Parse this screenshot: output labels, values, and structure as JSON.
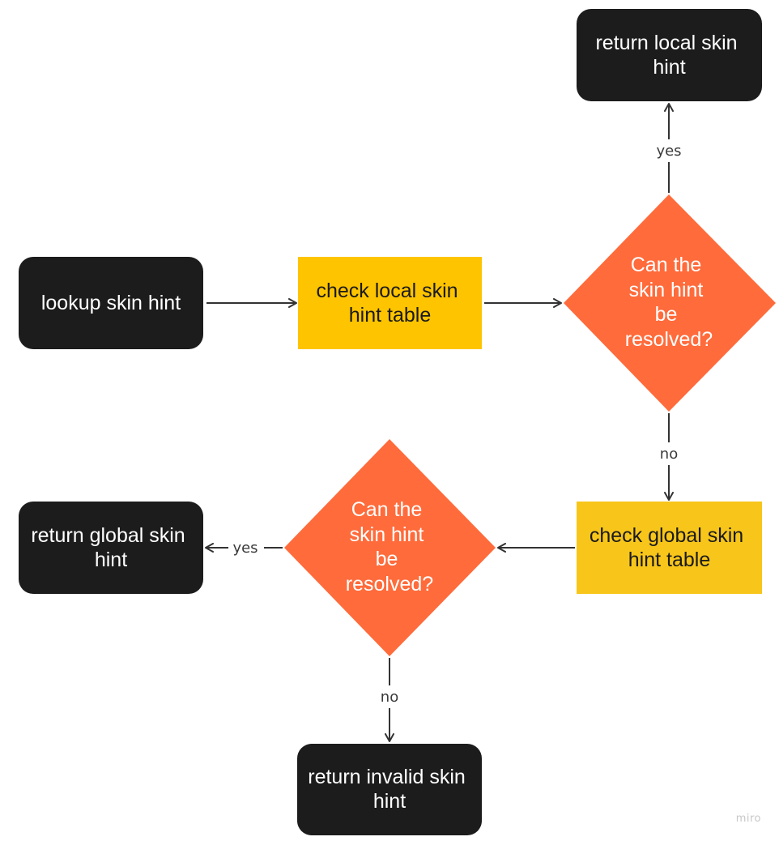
{
  "colors": {
    "terminal": "#1c1c1c",
    "process": "#ffc400",
    "process_alt": "#f8c61a",
    "decision": "#ff6b3b",
    "edge": "#333333",
    "text_dark": "#1a1a1a",
    "text_light": "#ffffff"
  },
  "nodes": {
    "return_local": {
      "lines": [
        "return local skin",
        "hint"
      ]
    },
    "lookup": {
      "lines": [
        "lookup skin hint"
      ]
    },
    "check_local": {
      "lines": [
        "check local skin",
        "hint table"
      ]
    },
    "decision_local": {
      "lines": [
        "Can the",
        "skin hint",
        "be",
        "resolved?"
      ]
    },
    "return_global": {
      "lines": [
        "return global skin",
        "hint"
      ]
    },
    "decision_global": {
      "lines": [
        "Can the",
        "skin hint",
        "be",
        "resolved?"
      ]
    },
    "check_global": {
      "lines": [
        "check global skin",
        "hint table"
      ]
    },
    "return_invalid": {
      "lines": [
        "return invalid skin",
        "hint"
      ]
    }
  },
  "edges": {
    "local_yes": "yes",
    "local_no": "no",
    "global_yes": "yes",
    "global_no": "no"
  },
  "watermark": "miro"
}
